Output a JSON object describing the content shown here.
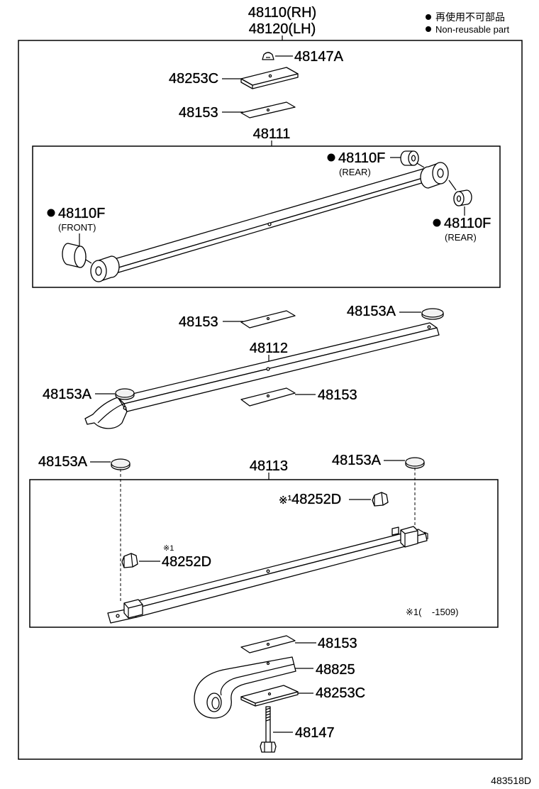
{
  "header": {
    "part_rh": "48110(RH)",
    "part_lh": "48120(LH)"
  },
  "legend": {
    "label_jp": "再使用不可部品",
    "label_en": "Non-reusable part"
  },
  "top_parts": {
    "nut": "48147A",
    "plate": "48253C",
    "shim": "48153"
  },
  "leaf_1": {
    "part": "48111",
    "bushing_rear_upper": {
      "part": "48110F",
      "note": "(REAR)"
    },
    "bushing_front": {
      "part": "48110F",
      "note": "(FRONT)"
    },
    "bushing_rear_lower": {
      "part": "48110F",
      "note": "(REAR)"
    }
  },
  "leaf_2": {
    "part": "48112",
    "shim_upper": "48153",
    "pad_right": "48153A",
    "pad_left": "48153A",
    "shim_lower": "48153"
  },
  "leaf_3": {
    "part": "48113",
    "pad_left": "48153A",
    "pad_right": "48153A",
    "clip_upper": {
      "mark": "※",
      "ref": "1",
      "part": "48252D"
    },
    "clip_lower": {
      "mark": "※1",
      "part": "48252D"
    },
    "footnote": "※1(    -1509)"
  },
  "bottom_parts": {
    "shim": "48153",
    "spring_eye": "48825",
    "plate": "48253C",
    "bolt": "48147"
  },
  "diagram_id": "483518D",
  "colors": {
    "ink": "#000000",
    "paper": "#ffffff"
  }
}
